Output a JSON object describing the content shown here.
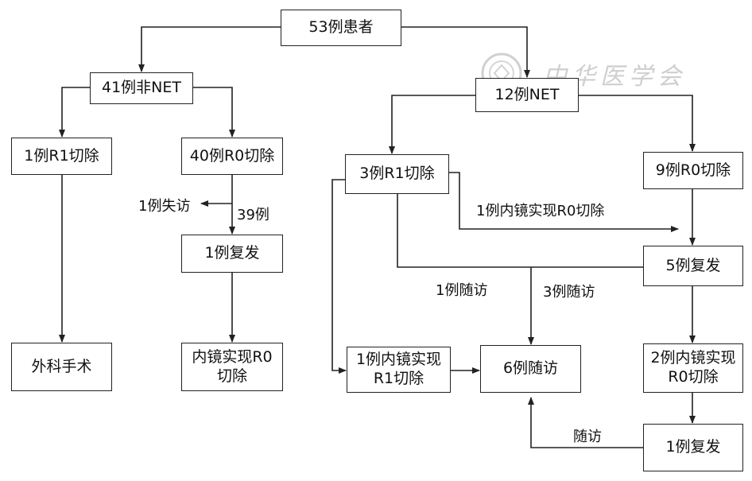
{
  "diagram": {
    "root": "53例患者",
    "non_net": "41例非NET",
    "net": "12例NET",
    "r1_left": "1例R1切除",
    "r0_left": "40例R0切除",
    "lost": "1例失访",
    "n39": "39例",
    "recur_left": "1例复发",
    "surgery": "外科手术",
    "endo_r0_left_l1": "内镜实现R0",
    "endo_r0_left_l2": "切除",
    "r1_right": "3例R1切除",
    "r0_right": "9例R0切除",
    "endo_r0_from_r1": "1例内镜实现R0切除",
    "recur5": "5例复发",
    "follow1": "1例随访",
    "follow3": "3例随访",
    "endo_r1_l1": "1例内镜实现",
    "endo_r1_l2": "R1切除",
    "follow6": "6例随访",
    "endo_r0_2_l1": "2例内镜实现",
    "endo_r0_2_l2": "R0切除",
    "recur1_right": "1例复发",
    "follow": "随访"
  },
  "watermark": {
    "text": "中华医学会"
  }
}
